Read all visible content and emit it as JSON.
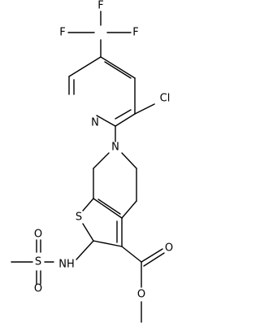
{
  "molecule": {
    "atom_labels": {
      "f_top": "F",
      "f_left": "F",
      "f_right": "F",
      "n_pyridine": "N",
      "cl": "Cl",
      "n_ring": "N",
      "s_thiophene": "S",
      "nh": "NH",
      "s_sulfonyl": "S",
      "o_sulfonyl_top": "O",
      "o_sulfonyl_bottom": "O",
      "o_carbonyl": "O",
      "o_ester": "O"
    }
  }
}
